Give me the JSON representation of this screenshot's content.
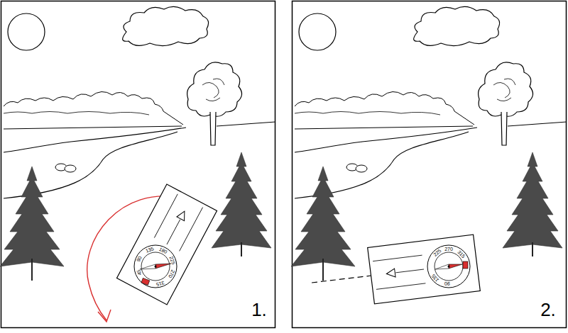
{
  "diagram": {
    "labels": [
      "1.",
      "135",
      "180",
      "225",
      "270",
      "315",
      "45",
      "90",
      "2.",
      "225",
      "270",
      "315",
      "90",
      "135"
    ]
  }
}
